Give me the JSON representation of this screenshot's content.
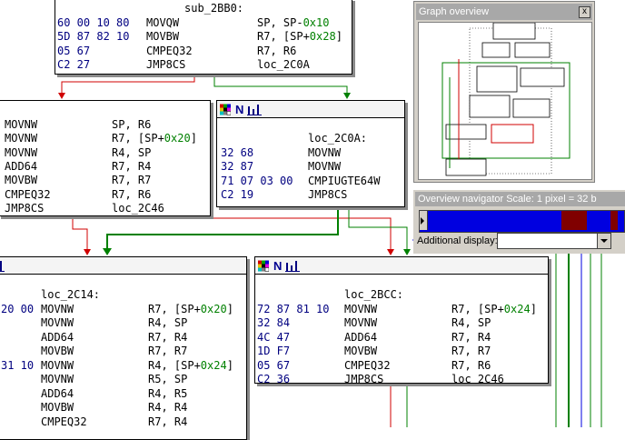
{
  "nodes": [
    {
      "id": "sub_2BB0",
      "lines": [
        {
          "bytes": "",
          "mnemonic": "",
          "operands": [
            {
              "t": "sub_2BB0:",
              "c": "plain"
            }
          ],
          "label_line": true
        },
        {
          "bytes": "60 00 10 80",
          "mnemonic": "MOVQW",
          "operands": [
            {
              "t": "SP, SP-",
              "c": "plain"
            },
            {
              "t": "0x10",
              "c": "num"
            }
          ]
        },
        {
          "bytes": "5D 87 82 10",
          "mnemonic": "MOVBW",
          "operands": [
            {
              "t": "R7, [SP+",
              "c": "plain"
            },
            {
              "t": "0x28",
              "c": "num"
            },
            {
              "t": "]",
              "c": "plain"
            }
          ]
        },
        {
          "bytes": "05 67",
          "mnemonic": "CMPEQ32",
          "operands": [
            {
              "t": "R7, R6",
              "c": "plain"
            }
          ]
        },
        {
          "bytes": "C2 27",
          "mnemonic": "JMP8CS",
          "operands": [
            {
              "t": "loc_2C0A",
              "c": "plain"
            }
          ]
        }
      ]
    },
    {
      "id": "left_mid",
      "lines": [
        {
          "bytes": "",
          "mnemonic": "MOVNW",
          "operands": [
            {
              "t": "SP, R6",
              "c": "plain"
            }
          ]
        },
        {
          "bytes": "",
          "mnemonic": "MOVNW",
          "operands": [
            {
              "t": "R7, [SP+",
              "c": "plain"
            },
            {
              "t": "0x20",
              "c": "num"
            },
            {
              "t": "]",
              "c": "plain"
            }
          ]
        },
        {
          "bytes": "",
          "mnemonic": "MOVNW",
          "operands": [
            {
              "t": "R4, SP",
              "c": "plain"
            }
          ]
        },
        {
          "bytes": "",
          "mnemonic": "ADD64",
          "operands": [
            {
              "t": "R7, R4",
              "c": "plain"
            }
          ]
        },
        {
          "bytes": "",
          "mnemonic": "MOVBW",
          "operands": [
            {
              "t": "R7, R7",
              "c": "plain"
            }
          ]
        },
        {
          "bytes": "",
          "mnemonic": "CMPEQ32",
          "operands": [
            {
              "t": "R7, R6",
              "c": "plain"
            }
          ]
        },
        {
          "bytes": "",
          "mnemonic": "JMP8CS",
          "operands": [
            {
              "t": "loc_2C46",
              "c": "plain"
            }
          ]
        }
      ]
    },
    {
      "id": "loc_2C0A",
      "lines": [
        {
          "bytes": "",
          "mnemonic": "",
          "operands": [
            {
              "t": "loc_2C0A:",
              "c": "plain"
            }
          ],
          "label_line": true
        },
        {
          "bytes": "32 68",
          "mnemonic": "MOVNW",
          "operands": []
        },
        {
          "bytes": "32 87",
          "mnemonic": "MOVNW",
          "operands": []
        },
        {
          "bytes": "71 07 03 00",
          "mnemonic": "CMPIUGTE64W",
          "operands": []
        },
        {
          "bytes": "C2 19",
          "mnemonic": "JMP8CS",
          "operands": []
        }
      ]
    },
    {
      "id": "loc_2C14",
      "lines": [
        {
          "bytes": "",
          "mnemonic": "",
          "operands": [
            {
              "t": "loc_2C14:",
              "c": "plain"
            }
          ],
          "label_line": true
        },
        {
          "bytes": "20 00",
          "mnemonic": "MOVNW",
          "operands": [
            {
              "t": "R7, [SP+",
              "c": "plain"
            },
            {
              "t": "0x20",
              "c": "num"
            },
            {
              "t": "]",
              "c": "plain"
            }
          ]
        },
        {
          "bytes": "",
          "mnemonic": "MOVNW",
          "operands": [
            {
              "t": "R4, SP",
              "c": "plain"
            }
          ]
        },
        {
          "bytes": "",
          "mnemonic": "ADD64",
          "operands": [
            {
              "t": "R7, R4",
              "c": "plain"
            }
          ]
        },
        {
          "bytes": "",
          "mnemonic": "MOVBW",
          "operands": [
            {
              "t": "R7, R7",
              "c": "plain"
            }
          ]
        },
        {
          "bytes": "31 10",
          "mnemonic": "MOVNW",
          "operands": [
            {
              "t": "R4, [SP+",
              "c": "plain"
            },
            {
              "t": "0x24",
              "c": "num"
            },
            {
              "t": "]",
              "c": "plain"
            }
          ]
        },
        {
          "bytes": "",
          "mnemonic": "MOVNW",
          "operands": [
            {
              "t": "R5, SP",
              "c": "plain"
            }
          ]
        },
        {
          "bytes": "",
          "mnemonic": "ADD64",
          "operands": [
            {
              "t": "R4, R5",
              "c": "plain"
            }
          ]
        },
        {
          "bytes": "",
          "mnemonic": "MOVBW",
          "operands": [
            {
              "t": "R4, R4",
              "c": "plain"
            }
          ]
        },
        {
          "bytes": "",
          "mnemonic": "CMPEQ32",
          "operands": [
            {
              "t": "R7, R4",
              "c": "plain"
            }
          ]
        }
      ]
    },
    {
      "id": "loc_2BCC",
      "lines": [
        {
          "bytes": "",
          "mnemonic": "",
          "operands": [
            {
              "t": "loc_2BCC:",
              "c": "plain"
            }
          ],
          "label_line": true
        },
        {
          "bytes": "72 87 81 10",
          "mnemonic": "MOVNW",
          "operands": [
            {
              "t": "R7, [SP+",
              "c": "plain"
            },
            {
              "t": "0x24",
              "c": "num"
            },
            {
              "t": "]",
              "c": "plain"
            }
          ]
        },
        {
          "bytes": "32 84",
          "mnemonic": "MOVNW",
          "operands": [
            {
              "t": "R4, SP",
              "c": "plain"
            }
          ]
        },
        {
          "bytes": "4C 47",
          "mnemonic": "ADD64",
          "operands": [
            {
              "t": "R7, R4",
              "c": "plain"
            }
          ]
        },
        {
          "bytes": "1D F7",
          "mnemonic": "MOVBW",
          "operands": [
            {
              "t": "R7, R7",
              "c": "plain"
            }
          ]
        },
        {
          "bytes": "05 67",
          "mnemonic": "CMPEQ32",
          "operands": [
            {
              "t": "R7, R6",
              "c": "plain"
            }
          ]
        },
        {
          "bytes": "C2 36",
          "mnemonic": "JMP8CS",
          "operands": [
            {
              "t": "loc_2C46",
              "c": "plain"
            }
          ]
        }
      ]
    }
  ],
  "graph_overview": {
    "title": "Graph overview",
    "close_glyph": "x"
  },
  "navigator": {
    "title": "Overview navigator Scale: 1 pixel = 32 b",
    "additional_display_label": "Additional display:",
    "additional_display_value": ""
  },
  "colors": {
    "red": "#d00000",
    "green": "#008000",
    "blue": "#0000e0",
    "dark_red": "#800000"
  }
}
